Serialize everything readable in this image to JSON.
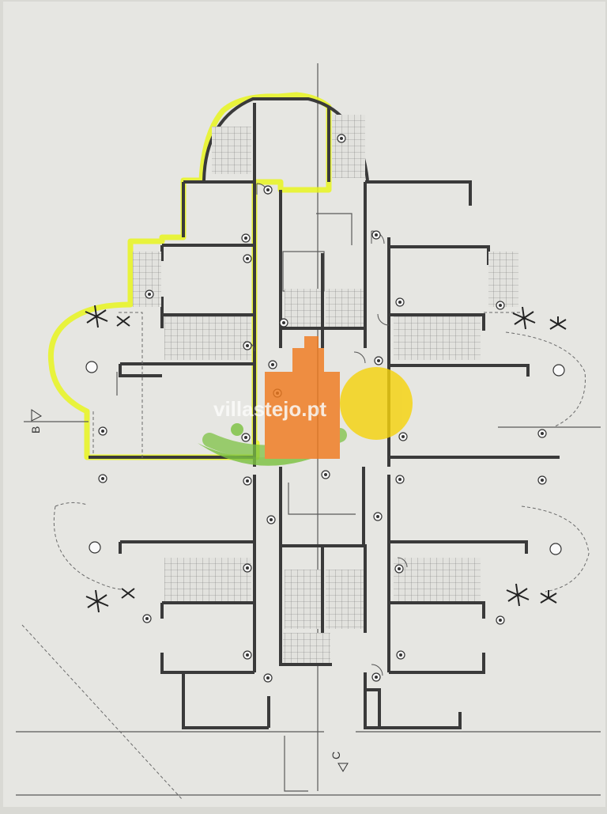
{
  "watermark": {
    "text": "villastejo.pt",
    "colors": {
      "orange": "#f07a1e",
      "yellow": "#f5d30e",
      "green": "#7cc242"
    }
  },
  "section_marks": [
    "B",
    "C"
  ],
  "highlight_color": "#e7f51f",
  "icons": [
    "lamp-icon",
    "palm-tree-icon",
    "door-swing-icon",
    "logo-watermark"
  ]
}
